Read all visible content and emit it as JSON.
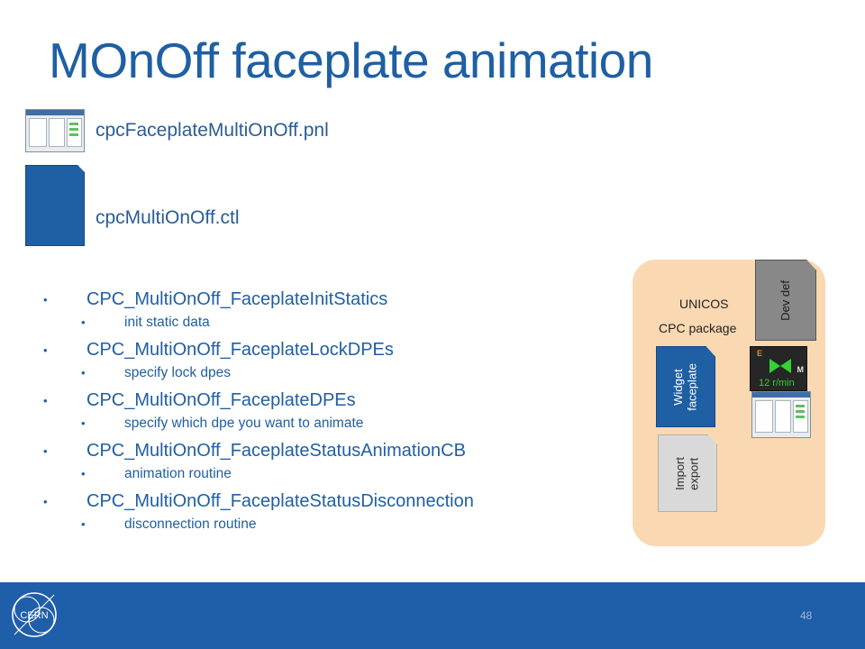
{
  "slide": {
    "title": "MOnOff faceplate animation",
    "page_number": "48"
  },
  "files": [
    {
      "label": "cpcFaceplateMultiOnOff.pnl",
      "icon": "panel-thumbnail-icon"
    },
    {
      "label": "cpcMultiOnOff.ctl",
      "icon": "script-document-icon"
    }
  ],
  "functions": [
    {
      "name": "CPC_MultiOnOff_FaceplateInitStatics",
      "desc": "init static data"
    },
    {
      "name": "CPC_MultiOnOff_FaceplateLockDPEs",
      "desc": "specify lock dpes"
    },
    {
      "name": "CPC_MultiOnOff_FaceplateDPEs",
      "desc": "specify which dpe you want to animate"
    },
    {
      "name": "CPC_MultiOnOff_FaceplateStatusAnimationCB",
      "desc": "animation routine"
    },
    {
      "name": "CPC_MultiOnOff_FaceplateStatusDisconnection",
      "desc": "disconnection routine"
    }
  ],
  "package": {
    "line1": "UNICOS",
    "line2": "CPC package",
    "devdef_label": "Dev def",
    "widget_label_1": "Widget",
    "widget_label_2": "faceplate",
    "import_label_1": "Import",
    "import_label_2": "export",
    "widget_preview": {
      "e_letter": "E",
      "m_letter": "M",
      "speed": "12 r/min"
    }
  },
  "colors": {
    "title_blue": "#1f5fa3",
    "footer_blue": "#1f5ea8",
    "package_bg": "#fad8b2",
    "widget_card": "#1f5fa3",
    "devdef_card": "#888888",
    "import_card": "#d9d9d9",
    "valve_green": "#35d135"
  }
}
